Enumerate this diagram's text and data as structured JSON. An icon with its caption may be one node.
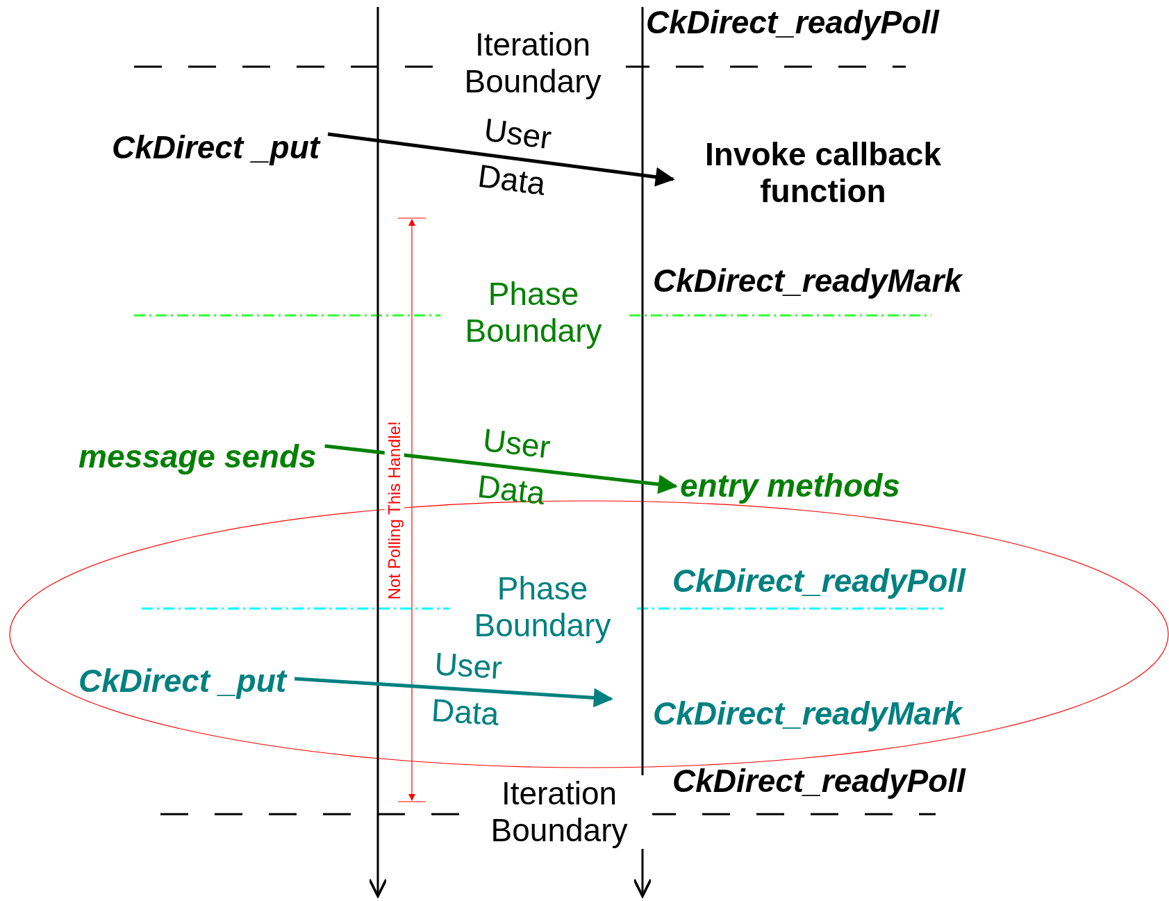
{
  "diagram": {
    "nodes": [
      {
        "text": [
          "CkDirect _put"
        ]
      },
      {
        "text": [
          "Invoke callback function"
        ]
      },
      {
        "text": [
          "message sends"
        ]
      },
      {
        "text": [
          "entry methods"
        ]
      },
      {
        "text": [
          "CkDirect _put"
        ]
      }
    ],
    "edges": [
      {
        "from": 0,
        "to": 1,
        "arrow": "to",
        "label": "User Data"
      },
      {
        "from": 2,
        "to": 3,
        "arrow": "to",
        "label": "User Data",
        "color": "#008000"
      },
      {
        "from": 4,
        "to": null,
        "arrow": "to",
        "label": "User Data",
        "color": "#008080"
      }
    ],
    "labels": [
      "CkDirect_readyPoll",
      "Iteration Boundary",
      "CkDirect_readyMark",
      "Phase Boundary",
      "Not Polling This Handle!",
      "CkDirect_readyPoll",
      "Phase Boundary",
      "CkDirect_readyMark",
      "CkDirect_readyPoll",
      "Iteration Boundary"
    ]
  }
}
